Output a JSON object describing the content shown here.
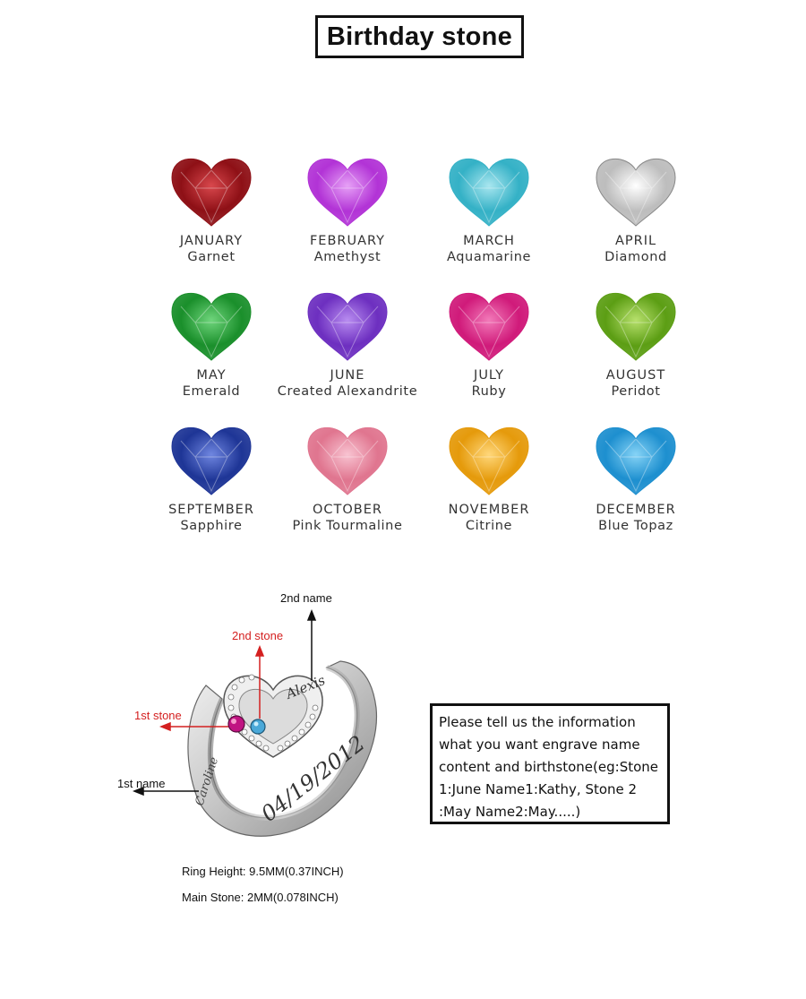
{
  "header": {
    "title": "Birthday stone"
  },
  "stones": [
    {
      "month": "JANUARY",
      "stone": "Garnet",
      "color": "#8e1016",
      "light": "#d8474c"
    },
    {
      "month": "FEBRUARY",
      "stone": "Amethyst",
      "color": "#b233d6",
      "light": "#e6a0f6"
    },
    {
      "month": "MARCH",
      "stone": "Aquamarine",
      "color": "#34b1c6",
      "light": "#a8e6ef"
    },
    {
      "month": "APRIL",
      "stone": "Diamond",
      "color": "#bdbdbd",
      "light": "#ffffff"
    },
    {
      "month": "MAY",
      "stone": "Emerald",
      "color": "#1a8f2b",
      "light": "#6fd57c"
    },
    {
      "month": "JUNE",
      "stone": "Created Alexandrite",
      "color": "#6d2fc0",
      "light": "#b88cf0"
    },
    {
      "month": "JULY",
      "stone": "Ruby",
      "color": "#d01a7a",
      "light": "#f27ab9"
    },
    {
      "month": "AUGUST",
      "stone": "Peridot",
      "color": "#5c9e14",
      "light": "#b7e06c"
    },
    {
      "month": "SEPTEMBER",
      "stone": "Sapphire",
      "color": "#1e3596",
      "light": "#6f86e0"
    },
    {
      "month": "OCTOBER",
      "stone": "Pink Tourmaline",
      "color": "#e0758f",
      "light": "#f8c3d1"
    },
    {
      "month": "NOVEMBER",
      "stone": "Citrine",
      "color": "#e59a0b",
      "light": "#ffd77a"
    },
    {
      "month": "DECEMBER",
      "stone": "Blue Topaz",
      "color": "#1d8fcf",
      "light": "#86d3f6"
    }
  ],
  "diagram": {
    "second_name": "2nd name",
    "second_stone": "2nd stone",
    "first_stone": "1st stone",
    "first_name": "1st name",
    "engraving_date": "04/19/2012",
    "engraving_name_2": "Alexis",
    "engraving_name_1": "Caroline",
    "accent_red": "#d42020"
  },
  "info": {
    "lines": [
      "Please tell us the information",
      "what you want engrave name",
      "content and birthstone(eg:Stone",
      "1:June Name1:Kathy, Stone 2",
      ":May Name2:May.....)"
    ]
  },
  "specs": {
    "ring_height": "Ring Height: 9.5MM(0.37INCH)",
    "main_stone": "Main Stone:  2MM(0.078INCH)"
  }
}
